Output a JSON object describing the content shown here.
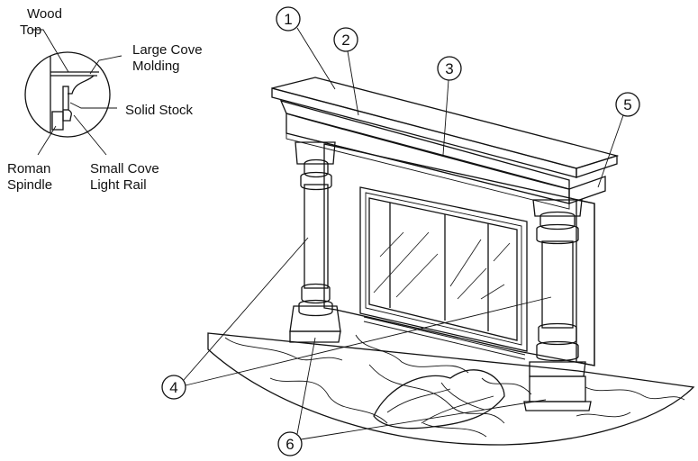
{
  "detail_labels": {
    "wood_top": [
      "Wood",
      "Top"
    ],
    "large_cove": [
      "Large Cove",
      "Molding"
    ],
    "solid_stock": "Solid Stock",
    "roman_spindle": [
      "Roman",
      "Spindle"
    ],
    "small_cove": [
      "Small Cove",
      "Light Rail"
    ]
  },
  "callouts": [
    "1",
    "2",
    "3",
    "4",
    "5",
    "6"
  ]
}
